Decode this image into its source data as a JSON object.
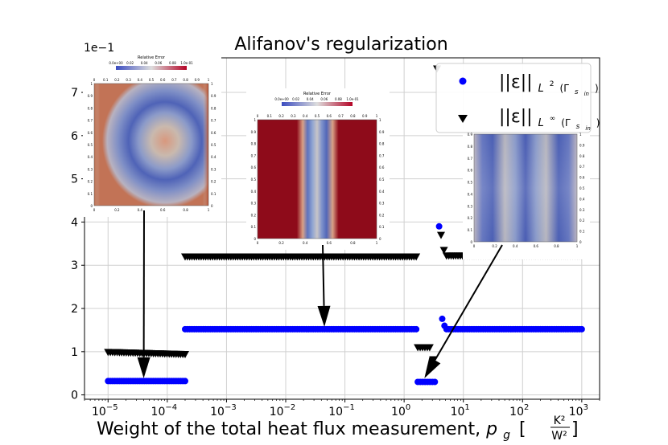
{
  "chart_data": {
    "type": "scatter",
    "title": "Alifanov's regularization",
    "xlabel": "Weight of the total heat flux measurement, p_g [K²/W²]",
    "xlabel_parts": {
      "main": "Weight of the total heat flux measurement, ",
      "var": "p",
      "sub": "g",
      "unit_open": "[",
      "unit_num": "K²",
      "unit_den": "W²",
      "unit_close": "]"
    },
    "ylabel": "",
    "y_scale_label": "1e−1",
    "x_scale": "log",
    "xlim": [
      4e-06,
      2000.0
    ],
    "ylim": [
      -0.1,
      7.8
    ],
    "x_ticks": [
      {
        "value": 1e-05,
        "base": "10",
        "exp": "−5"
      },
      {
        "value": 0.0001,
        "base": "10",
        "exp": "−4"
      },
      {
        "value": 0.001,
        "base": "10",
        "exp": "−3"
      },
      {
        "value": 0.01,
        "base": "10",
        "exp": "−2"
      },
      {
        "value": 0.1,
        "base": "10",
        "exp": "−1"
      },
      {
        "value": 1,
        "base": "10",
        "exp": "0"
      },
      {
        "value": 10,
        "base": "10",
        "exp": "1"
      },
      {
        "value": 100,
        "base": "10",
        "exp": "2"
      },
      {
        "value": 1000,
        "base": "10",
        "exp": "3"
      }
    ],
    "y_ticks": [
      0,
      1,
      2,
      3,
      4,
      5,
      6,
      7
    ],
    "grid": true,
    "legend_position": "top-right",
    "series": [
      {
        "name": "||ε||_{L²(Γ_sin)}",
        "legend_text": {
          "norm": "||ε||",
          "space": "L",
          "sup": "2",
          "arg": "(Γ",
          "argsub": "s",
          "argsubsub": "in",
          "close": ")"
        },
        "marker": "circle",
        "color": "#0000ff",
        "segments": [
          {
            "x_from": 1e-05,
            "x_to": 0.0002,
            "y": 0.32
          },
          {
            "x_from": 0.0002,
            "x_to": 1.6,
            "y": 1.52
          },
          {
            "x_from": 1.7,
            "x_to": 3.3,
            "y": 0.3
          },
          {
            "x_from": 5.2,
            "x_to": 1000,
            "y": 1.52
          }
        ],
        "points": [
          {
            "x": 3.9,
            "y": 3.9
          },
          {
            "x": 4.4,
            "y": 1.76
          },
          {
            "x": 4.8,
            "y": 1.6
          }
        ]
      },
      {
        "name": "||ε||_{L∞(Γ_sin)}",
        "legend_text": {
          "norm": "||ε||",
          "space": "L",
          "sup": "∞",
          "arg": "(Γ",
          "argsub": "s",
          "argsubsub": "in",
          "close": ")"
        },
        "marker": "triangle-down",
        "color": "#000000",
        "segments": [
          {
            "x_from": 1e-05,
            "x_to": 0.0002,
            "y_from": 0.99,
            "y_to": 0.94
          },
          {
            "x_from": 0.0002,
            "x_to": 1.6,
            "y": 3.2
          },
          {
            "x_from": 1.7,
            "x_to": 2.7,
            "y": 1.1
          },
          {
            "x_from": 5.2,
            "x_to": 1000,
            "y": 3.22
          }
        ],
        "points": [
          {
            "x": 3.1,
            "y": 0.82
          },
          {
            "x": 3.6,
            "y": 7.55
          },
          {
            "x": 4.2,
            "y": 3.7
          },
          {
            "x": 4.7,
            "y": 3.35
          }
        ]
      }
    ],
    "insets": [
      {
        "colorbar_title": "Relative Error",
        "colorbar_labels": [
          "0.0e+00",
          "0.02",
          "0.04",
          "0.06",
          "0.08",
          "1.0e-01"
        ],
        "top_axis": [
          "0",
          "0.1",
          "0.2",
          "0.3",
          "0.4",
          "0.5",
          "0.6",
          "0.7",
          "0.8",
          "0.9",
          "1"
        ],
        "right_axis": [
          "1",
          "0.9",
          "0.8",
          "0.7",
          "0.6",
          "0.5",
          "0.4",
          "0.3",
          "0.2",
          "0.1",
          "0"
        ],
        "bottom_axis": [
          "0",
          "0.2",
          "0.4",
          "0.6",
          "0.8",
          "1"
        ],
        "left_axis": [
          "1",
          "0.9",
          "0.8",
          "0.7",
          "0.6",
          "0.5",
          "0.4",
          "0.3",
          "0.2",
          "0.1",
          "0"
        ],
        "pattern": "single-lobe",
        "arrow_target": {
          "x": 4e-05,
          "y": 0.33
        }
      },
      {
        "colorbar_title": "Relative Error",
        "colorbar_labels": [
          "0.0e+00",
          "0.02",
          "0.04",
          "0.06",
          "0.08",
          "1.0e-01"
        ],
        "top_axis": [
          "0",
          "0.1",
          "0.2",
          "0.3",
          "0.4",
          "0.5",
          "0.6",
          "0.7",
          "0.8",
          "0.9",
          "1"
        ],
        "right_axis": [
          "1",
          "0.9",
          "0.8",
          "0.7",
          "0.6",
          "0.5",
          "0.4",
          "0.3",
          "0.2",
          "0.1",
          "0"
        ],
        "bottom_axis": [
          "0",
          "0.2",
          "0.4",
          "0.6",
          "0.8",
          "1"
        ],
        "left_axis": [
          "1",
          "0.9",
          "0.8",
          "0.7",
          "0.6",
          "0.5",
          "0.4",
          "0.3",
          "0.2",
          "0.1",
          "0"
        ],
        "pattern": "vertical-bands",
        "arrow_target": {
          "x": 0.045,
          "y": 1.52
        }
      },
      {
        "colorbar_title": "",
        "colorbar_labels": [],
        "top_axis": [],
        "right_axis": [
          "1",
          "0.9",
          "0.8",
          "0.7",
          "0.6",
          "0.5",
          "0.4",
          "0.3",
          "0.2",
          "0.1",
          "0"
        ],
        "bottom_axis": [
          "0",
          "0.2",
          "0.4",
          "0.6",
          "0.8",
          "1"
        ],
        "left_axis": [
          "0.9",
          "0.8",
          "0.7",
          "0.6",
          "0.5",
          "0.4",
          "0.3",
          "0.2",
          "0.1",
          "0"
        ],
        "pattern": "double-lobe",
        "arrow_target": {
          "x": 2.2,
          "y": 0.33
        }
      }
    ]
  }
}
